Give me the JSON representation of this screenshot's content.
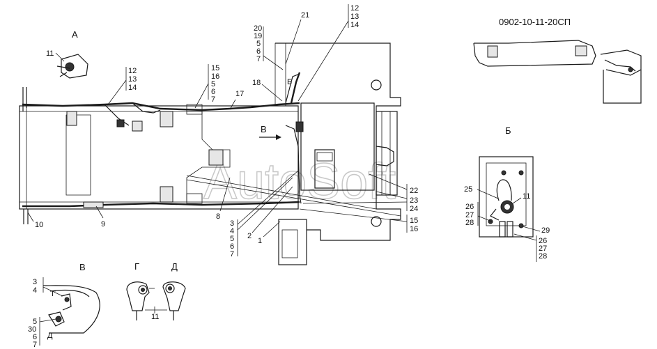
{
  "drawing_code": "0902-10-11-20СП",
  "watermark": "AutoSoft",
  "views": {
    "A": "А",
    "B_cyr": "Б",
    "V": "В",
    "G": "Г",
    "D": "Д"
  },
  "labels": {
    "l11a": "11",
    "l12a": "12",
    "l13a": "13",
    "l14a": "14",
    "l15a": "15",
    "l16a": "16",
    "l5a": "5",
    "l6a": "6",
    "l7a": "7",
    "l17": "17",
    "l18": "18",
    "l20": "20",
    "l19": "19",
    "l5b": "5",
    "l6b": "6",
    "l7b": "7",
    "l21": "21",
    "l12b": "12",
    "l13b": "13",
    "l14b": "14",
    "lBinner": "Б",
    "lVarrow": "В",
    "l22": "22",
    "l23": "23",
    "l24": "24",
    "l15b": "15",
    "l16b": "16",
    "l8": "8",
    "l9": "9",
    "l10": "10",
    "l3": "3",
    "l4": "4",
    "l5c": "5",
    "l6c": "6",
    "l7c": "7",
    "l2": "2",
    "l1": "1",
    "l25": "25",
    "l11b": "11",
    "l26a": "26",
    "l27a": "27",
    "l28a": "28",
    "l29": "29",
    "l26b": "26",
    "l27b": "27",
    "l28b": "28",
    "v3": "3",
    "v4": "4",
    "vG": "Г",
    "v5": "5",
    "v30": "30",
    "v6": "6",
    "v7": "7",
    "vD": "Д",
    "l11c": "11"
  }
}
